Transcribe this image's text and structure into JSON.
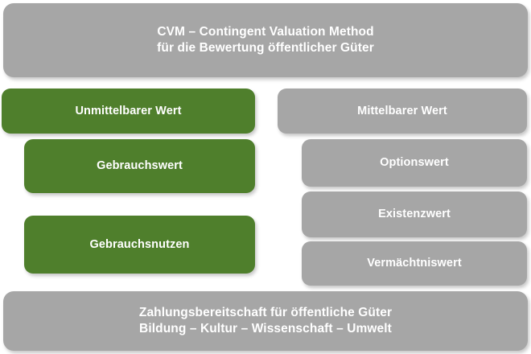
{
  "diagram": {
    "title_box": {
      "line1": "CVM – Contingent Valuation Method",
      "line2": "für die Bewertung öffentlicher Güter"
    },
    "columns": {
      "left": {
        "header_label": "Unmittelbarer Wert",
        "items": [
          {
            "label": "Gebrauchswert"
          },
          {
            "label": "Gebrauchsnutzen"
          }
        ]
      },
      "right": {
        "header_label": "Mittelbarer Wert",
        "items": [
          {
            "label": "Optionswert"
          },
          {
            "label": "Existenzwert"
          },
          {
            "label": "Vermächtniswert"
          }
        ]
      }
    },
    "footer_box": {
      "line1": "Zahlungsbereitschaft für öffentliche Güter",
      "line2": "Bildung – Kultur – Wissenschaft – Umwelt"
    },
    "colors": {
      "gray": "#a6a6a6",
      "green": "#4f7f2c",
      "text": "#ffffff",
      "background": "#ffffff"
    }
  }
}
